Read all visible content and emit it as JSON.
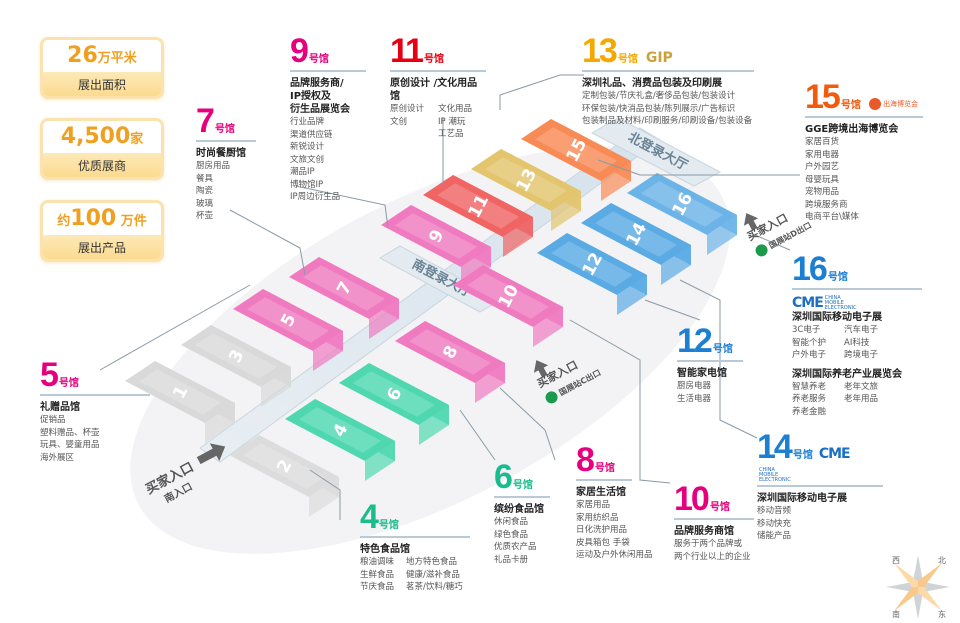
{
  "stats": [
    {
      "prefix": "",
      "value": "26",
      "unit": "万平米",
      "label": "展出面积"
    },
    {
      "prefix": "",
      "value": "4,500",
      "unit": "家",
      "label": "优质展商"
    },
    {
      "prefix": "约",
      "value": "100",
      "unit": " 万件",
      "label": "展出产品"
    }
  ],
  "hall_suffix": "号馆",
  "halls": {
    "h5": {
      "num": "5",
      "color": "#e6007e",
      "title": "礼赠品馆",
      "items": [
        "促销品",
        "塑料赠品、杯壶",
        "玩具、婴童用品",
        "海外展区"
      ]
    },
    "h7": {
      "num": "7",
      "color": "#e6007e",
      "title": "时尚餐厨馆",
      "items": [
        "厨房用品",
        "餐具",
        "陶瓷",
        "玻璃",
        "杯壶"
      ]
    },
    "h9": {
      "num": "9",
      "color": "#e6007e",
      "title_lines": [
        "品牌服务商/",
        "IP授权及",
        "衍生品展览会"
      ],
      "items": [
        "行业品牌",
        "渠道供应链",
        "新锐设计",
        "文旅文创",
        "潮品IP",
        "博物馆IP",
        "IP周边衍生品"
      ]
    },
    "h11": {
      "num": "11",
      "color": "#e60012",
      "title": "原创设计 /文化用品馆",
      "col1": [
        "原创设计",
        "文创"
      ],
      "col2": [
        "文化用品",
        "IP 潮玩",
        "工艺品"
      ]
    },
    "h13": {
      "num": "13",
      "color": "#f5a800",
      "logo": "GIP",
      "title": "深圳礼品、消费品包装及印刷展",
      "items": [
        "定制包装/节庆礼盒/奢侈品包装/包装设计",
        "环保包装/快消品包装/陈列展示/广告标识",
        "包装制品及材料/印刷服务/印刷设备/包装设备"
      ]
    },
    "h15": {
      "num": "15",
      "color": "#f25a0c",
      "logo": "出海博览会",
      "title": "GGE跨境出海博览会",
      "items": [
        "家居百货",
        "家用电器",
        "户外园艺",
        "母婴玩具",
        "宠物用品",
        "跨境服务商",
        "电商平台\\媒体"
      ]
    },
    "h16": {
      "num": "16",
      "color": "#1d7fd1",
      "logo": "CME",
      "logo_sub": "CHINA MOBILE ELECTRONIC",
      "title": "深圳国际移动电子展",
      "col1": [
        "3C电子",
        "智能个护",
        "户外电子"
      ],
      "col2": [
        "汽车电子",
        "AI科技",
        "跨境电子"
      ],
      "title2": "深圳国际养老产业展览会",
      "col3": [
        "智慧养老",
        "养老服务",
        "养老金融"
      ],
      "col4": [
        "老年文旅",
        "老年用品"
      ]
    },
    "h14": {
      "num": "14",
      "color": "#1d7fd1",
      "logo": "CME",
      "logo_sub": "CHINA MOBILE ELECTRONIC",
      "title": "深圳国际移动电子展",
      "items": [
        "移动音频",
        "移动快充",
        "储能产品"
      ]
    },
    "h12": {
      "num": "12",
      "color": "#1d7fd1",
      "title": "智能家电馆",
      "items": [
        "厨房电器",
        "生活电器"
      ]
    },
    "h10": {
      "num": "10",
      "color": "#e6007e",
      "title": "品牌服务商馆",
      "items": [
        "服务于两个品牌或",
        "两个行业以上的企业"
      ]
    },
    "h8": {
      "num": "8",
      "color": "#e6007e",
      "title": "家居生活馆",
      "items": [
        "家居用品",
        "家用纺织品",
        "日化洗护用品",
        "皮具箱包 手袋",
        "运动及户外休闲用品"
      ]
    },
    "h6": {
      "num": "6",
      "color": "#1abc8c",
      "title": "缤纷食品馆",
      "items": [
        "休闲食品",
        "绿色食品",
        "优质农产品",
        "礼品卡册"
      ]
    },
    "h4": {
      "num": "4",
      "color": "#1abc8c",
      "title": "特色食品馆",
      "col1": [
        "粮油调味",
        "生鲜食品",
        "节庆食品"
      ],
      "col2": [
        "地方特色食品",
        "健康/滋补食品",
        "茗茶/饮料/糖巧"
      ]
    }
  },
  "map": {
    "blocks": [
      {
        "num": "1",
        "color": "#d9d9d9"
      },
      {
        "num": "2",
        "color": "#dcdcdc"
      },
      {
        "num": "3",
        "color": "#d9d9d9"
      },
      {
        "num": "4",
        "color": "#4fd8b0"
      },
      {
        "num": "5",
        "color": "#f07ac0"
      },
      {
        "num": "6",
        "color": "#4fd8b0"
      },
      {
        "num": "7",
        "color": "#f07ac0"
      },
      {
        "num": "8",
        "color": "#f07ac0"
      },
      {
        "num": "9",
        "color": "#f07ac0"
      },
      {
        "num": "10",
        "color": "#f07ac0"
      },
      {
        "num": "11",
        "color": "#f06464"
      },
      {
        "num": "12",
        "color": "#5aaae4"
      },
      {
        "num": "13",
        "color": "#e3c56e"
      },
      {
        "num": "14",
        "color": "#5aaae4"
      },
      {
        "num": "15",
        "color": "#f88a55"
      },
      {
        "num": "16",
        "color": "#6cb4e8"
      }
    ],
    "south_hall": "南登录大厅",
    "north_hall": "北登录大厅",
    "entrances": [
      {
        "label": "买家入口",
        "sub": "南入口"
      },
      {
        "label": "买家入口",
        "sub": "国展站C出口"
      },
      {
        "label": "买家入口",
        "sub": "国展站D出口"
      }
    ],
    "compass": [
      "北",
      "东",
      "南",
      "西"
    ]
  }
}
